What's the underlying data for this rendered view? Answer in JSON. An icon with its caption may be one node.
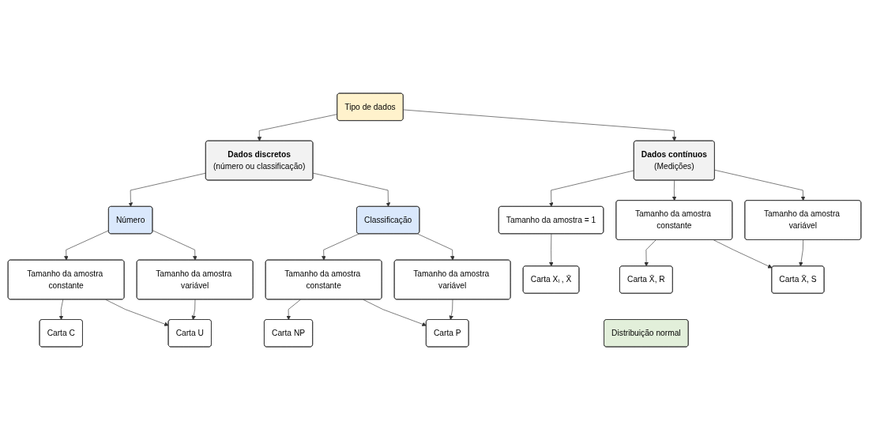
{
  "diagram": {
    "nodes": [
      {
        "text": [
          "Tipo de dados"
        ]
      },
      {
        "text": [
          "Dados discretos",
          "(número ou classificação)"
        ]
      },
      {
        "text": [
          "Dados contínuos",
          "(Medições)"
        ]
      },
      {
        "text": [
          "Número"
        ]
      },
      {
        "text": [
          "Classificação"
        ]
      },
      {
        "text": [
          "Tamanho da amostra constante"
        ]
      },
      {
        "text": [
          "Tamanho da amostra variável"
        ]
      },
      {
        "text": [
          "Tamanho da amostra constante"
        ]
      },
      {
        "text": [
          "Tamanho da amostra variável"
        ]
      },
      {
        "text": [
          "Tamanho da amostra = 1"
        ]
      },
      {
        "text": [
          "Tamanho da amostra constante"
        ]
      },
      {
        "text": [
          "Tamanho da amostra variável"
        ]
      },
      {
        "text": [
          "Carta C"
        ]
      },
      {
        "text": [
          "Carta U"
        ]
      },
      {
        "text": [
          "Carta NP"
        ]
      },
      {
        "text": [
          "Carta P"
        ]
      },
      {
        "text": [
          "Carta Xᵢ , X̄"
        ]
      },
      {
        "text": [
          "Carta X̄, R"
        ]
      },
      {
        "text": [
          "Carta X̄, S"
        ]
      },
      {
        "text": [
          "Distribuição normal"
        ]
      }
    ],
    "edges": [
      {
        "from": 0,
        "to": 1,
        "arrow": "to"
      },
      {
        "from": 0,
        "to": 2,
        "arrow": "to"
      },
      {
        "from": 1,
        "to": 3,
        "arrow": "to"
      },
      {
        "from": 1,
        "to": 4,
        "arrow": "to"
      },
      {
        "from": 3,
        "to": 5,
        "arrow": "to"
      },
      {
        "from": 3,
        "to": 6,
        "arrow": "to"
      },
      {
        "from": 4,
        "to": 7,
        "arrow": "to"
      },
      {
        "from": 4,
        "to": 8,
        "arrow": "to"
      },
      {
        "from": 2,
        "to": 9,
        "arrow": "to"
      },
      {
        "from": 2,
        "to": 10,
        "arrow": "to"
      },
      {
        "from": 2,
        "to": 11,
        "arrow": "to"
      },
      {
        "from": 5,
        "to": 12,
        "arrow": "to"
      },
      {
        "from": 5,
        "to": 13,
        "arrow": "to"
      },
      {
        "from": 6,
        "to": 13,
        "arrow": "to"
      },
      {
        "from": 7,
        "to": 14,
        "arrow": "to"
      },
      {
        "from": 7,
        "to": 15,
        "arrow": "to"
      },
      {
        "from": 8,
        "to": 15,
        "arrow": "to"
      },
      {
        "from": 9,
        "to": 16,
        "arrow": "to"
      },
      {
        "from": 10,
        "to": 17,
        "arrow": "to"
      },
      {
        "from": 10,
        "to": 18,
        "arrow": "to"
      },
      {
        "from": 11,
        "to": 18,
        "arrow": "to"
      }
    ]
  }
}
